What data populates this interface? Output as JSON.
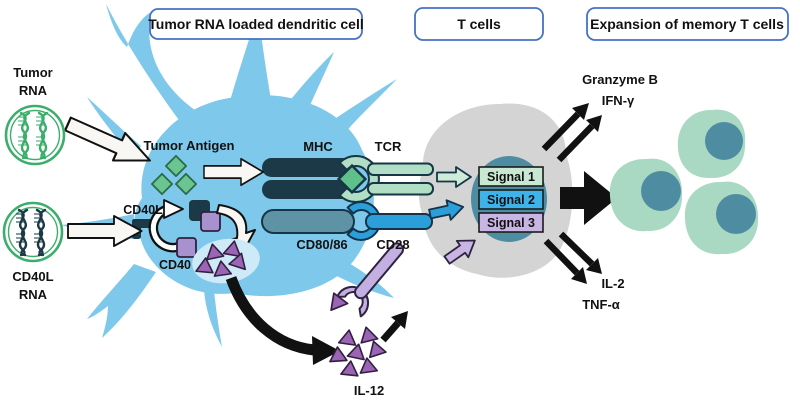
{
  "title_boxes": {
    "dendritic": "Tumor RNA loaded dendritic cell",
    "t_cells": "T cells",
    "expansion": "Expansion of memory T cells"
  },
  "rna_inputs": {
    "tumor_line1": "Tumor",
    "tumor_line2": "RNA",
    "cd40l_line1": "CD40L",
    "cd40l_line2": "RNA"
  },
  "dendritic": {
    "tumor_antigen": "Tumor Antigen",
    "cd40l": "CD40L",
    "cd40": "CD40"
  },
  "synapse": {
    "mhc": "MHC",
    "tcr": "TCR",
    "cd80_86": "CD80/86",
    "cd28": "CD28",
    "il12": "IL-12"
  },
  "t_cell": {
    "signal1": "Signal 1",
    "signal2": "Signal 2",
    "signal3": "Signal 3"
  },
  "cytokines": {
    "granzyme_b": "Granzyme B",
    "ifn_gamma": "IFN-γ",
    "il2": "IL-2",
    "tnf_alpha": "TNF-α"
  },
  "colors": {
    "dendritic_cell": "#7EC8EB",
    "box_border": "#4472C4",
    "mhc": "#1B3947",
    "tcr": "#B2DEC6",
    "antigen": "#5FC08C",
    "cd80_86": "#5E93A5",
    "cd28": "#2B9FD9",
    "cd40": "#A791CF",
    "cd40l_piece": "#1B3947",
    "il12": "#9C64B5",
    "il12_receptor": "#C4AFE2",
    "t_cell_body": "#D4D4D4",
    "nucleus": "#4E8CA1",
    "memory_cell": "#A9D9C3",
    "signal1_bg": "#C9E8D2",
    "signal2_bg": "#3EB3EA",
    "signal3_bg": "#C8B5E4",
    "rna_green": "#3BAE6C",
    "rna_navy": "#1B3947"
  }
}
